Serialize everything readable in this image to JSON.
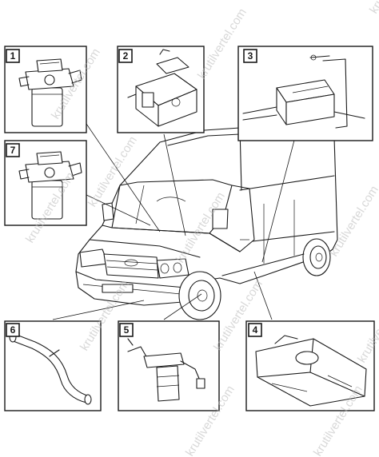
{
  "callouts": [
    {
      "id": "1",
      "label": "1"
    },
    {
      "id": "2",
      "label": "2"
    },
    {
      "id": "3",
      "label": "3"
    },
    {
      "id": "7",
      "label": "7"
    },
    {
      "id": "6",
      "label": "6"
    },
    {
      "id": "5",
      "label": "5"
    },
    {
      "id": "4",
      "label": "4"
    }
  ],
  "watermark": {
    "text": "krutilvertel.com"
  },
  "colors": {
    "line": "#1a1a1a",
    "background": "#ffffff",
    "watermark": "#b8b8b8"
  }
}
